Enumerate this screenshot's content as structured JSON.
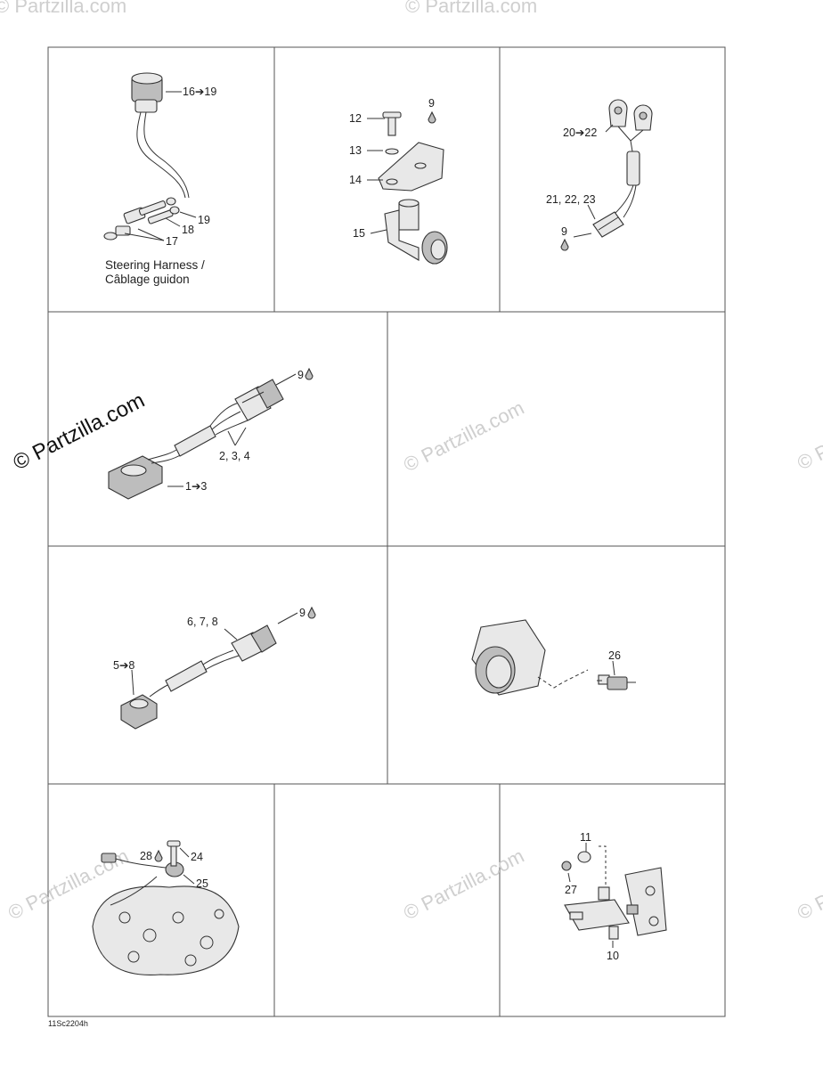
{
  "watermark": {
    "main": "© Partzilla.com",
    "faint": "© Partzilla.com"
  },
  "diagram_code": "11Sc2204h",
  "panels": {
    "steering": {
      "caption_line1": "Steering Harness /",
      "caption_line2": "Câblage guidon",
      "labels": [
        "16➔19",
        "19",
        "18",
        "17"
      ]
    },
    "bracket": {
      "labels": [
        "12",
        "9",
        "13",
        "14",
        "15"
      ]
    },
    "sensor_pair": {
      "labels": [
        "20➔22",
        "21, 22, 23",
        "9"
      ]
    },
    "harness_a": {
      "labels": [
        "9",
        "2, 3, 4",
        "1➔3"
      ]
    },
    "harness_b": {
      "labels": [
        "6, 7, 8",
        "9",
        "5➔8"
      ]
    },
    "temp_sensor": {
      "labels": [
        "26"
      ]
    },
    "knock": {
      "labels": [
        "28",
        "24",
        "25"
      ]
    },
    "valve": {
      "labels": [
        "11",
        "27",
        "10"
      ]
    }
  }
}
